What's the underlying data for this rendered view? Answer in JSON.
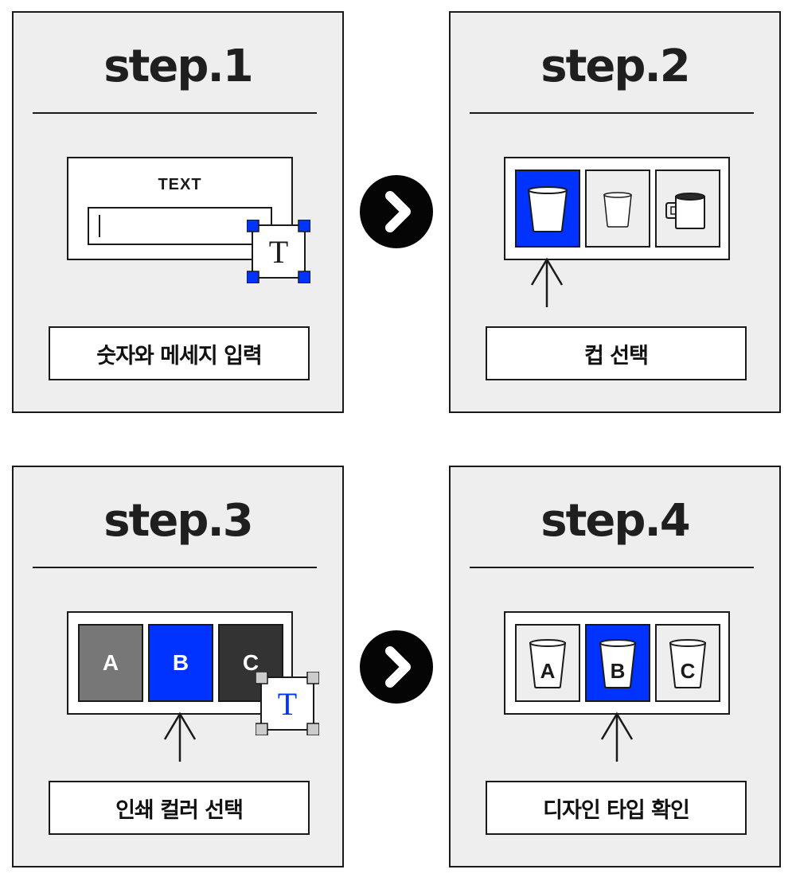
{
  "colors": {
    "panel_bg": "#eeeeee",
    "accent_blue": "#0033ff",
    "gray_a": "#777777",
    "dark_c": "#333333",
    "handle_gray": "#cccccc"
  },
  "icons": [
    "textbox-icon",
    "paper-cup-icon",
    "mug-icon",
    "arrow-up-icon",
    "chevron-right-icon"
  ],
  "steps": [
    {
      "title": "step.1",
      "caption": "숫자와 메세지 입력",
      "field_label": "TEXT"
    },
    {
      "title": "step.2",
      "caption": "컵 선택",
      "selected_index": 0
    },
    {
      "title": "step.3",
      "caption": "인쇄 컬러 선택",
      "options": [
        "A",
        "B",
        "C"
      ],
      "selected_index": 1
    },
    {
      "title": "step.4",
      "caption": "디자인 타입 확인",
      "options": [
        "A",
        "B",
        "C"
      ],
      "selected_index": 1
    }
  ],
  "textbox_glyph": "T"
}
